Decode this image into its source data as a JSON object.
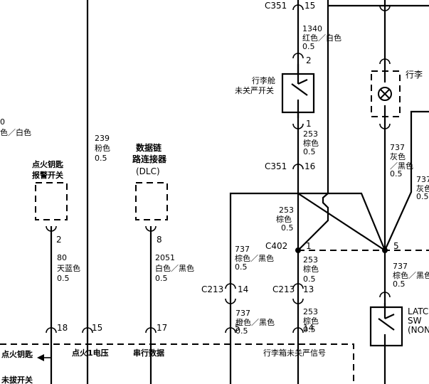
{
  "left_edge": {
    "line1": "0",
    "line2": "色／白色"
  },
  "wire_239": {
    "circuit": "239",
    "color": "粉色",
    "gauge": "0.5"
  },
  "ign_switch": {
    "title1": "点火钥匙",
    "title2": "报警开关",
    "pin": "2",
    "circuit": "80",
    "color": "天蓝色",
    "gauge": "0.5",
    "bus_pin": "18"
  },
  "dlc": {
    "title1": "数据链",
    "title2": "路连接器",
    "title3": "(DLC)",
    "pin": "8",
    "circuit": "2051",
    "color": "白色／黑色",
    "gauge": "0.5",
    "bus_pin": "17"
  },
  "ign1": {
    "bus_pin": "15"
  },
  "c351_top": {
    "name": "C351",
    "pin": "15"
  },
  "wire_1340": {
    "circuit": "1340",
    "color": "红色／白色",
    "gauge": "0.5"
  },
  "trunk_switch": {
    "label1": "行李舱",
    "label2": "未关严开关",
    "pin_top": "2",
    "pin_bottom": "1"
  },
  "wire_253a": {
    "circuit": "253",
    "color": "棕色",
    "gauge": "0.5"
  },
  "c351_mid": {
    "name": "C351",
    "pin": "16"
  },
  "wire_253b": {
    "circuit": "253",
    "color": "棕色",
    "gauge": "0.5"
  },
  "c402": {
    "name": "C402",
    "pin_left": "1",
    "pin_right": "5"
  },
  "wire_737_left": {
    "circuit": "737",
    "color": "棕色／黑色",
    "gauge": "0.5"
  },
  "wire_253c": {
    "circuit": "253",
    "color": "棕色",
    "gauge": "0.5"
  },
  "c213_left": {
    "name": "C213",
    "pin": "14"
  },
  "c213_right": {
    "name": "C213",
    "pin": "13"
  },
  "wire_737_orange": {
    "circuit": "737",
    "color": "橙色／黑色",
    "gauge": "0.5"
  },
  "wire_253d": {
    "circuit": "253",
    "color": "棕色",
    "gauge": "0.5"
  },
  "bus_pins": {
    "p5": "5",
    "p14": "14"
  },
  "lamp": {
    "label": "行李",
    "circuit": "737",
    "color1": "灰色",
    "color2": "／黑色",
    "gauge": "0.5"
  },
  "wire_737_right": {
    "circuit": "737",
    "color": "灰色",
    "gauge": "0.5"
  },
  "wire_737_bottom": {
    "circuit": "737",
    "color": "棕色／黑色",
    "gauge": "0.5"
  },
  "latch": {
    "line1": "LATC",
    "line2": "SW",
    "line3": "(NON"
  },
  "bottom": {
    "ign_key": "点火钥匙",
    "ign_key2": "未拔开关",
    "ign_voltage": "点火1电压",
    "serial_data": "串行数据",
    "trunk_signal": "行李箱未关严信号"
  }
}
